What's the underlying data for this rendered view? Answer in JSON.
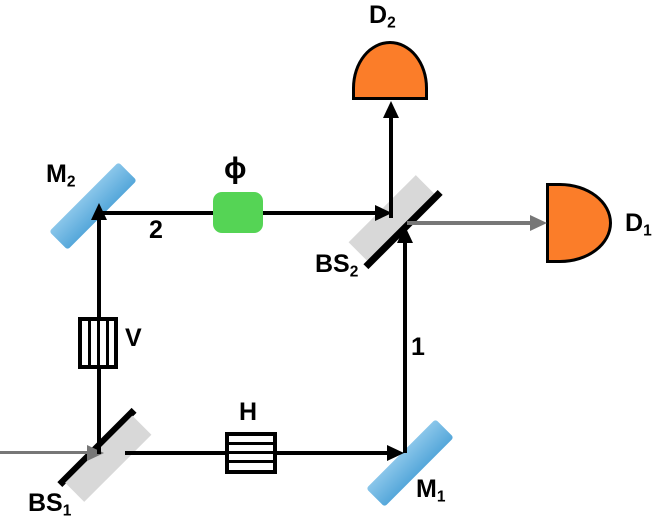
{
  "colors": {
    "detector": "#FB7D29",
    "mirror_top": "#8AC6EA",
    "mirror_bottom": "#55A7DA",
    "phase": "#55D455",
    "glass": "#D8D8D8",
    "coating": "#000000",
    "beam": "#000000",
    "input_beam": "#777777"
  },
  "components": {
    "bs1": {
      "label_base": "BS",
      "label_sub": "1"
    },
    "bs2": {
      "label_base": "BS",
      "label_sub": "2"
    },
    "m1": {
      "label_base": "M",
      "label_sub": "1"
    },
    "m2": {
      "label_base": "M",
      "label_sub": "2"
    },
    "d1": {
      "label_base": "D",
      "label_sub": "1"
    },
    "d2": {
      "label_base": "D",
      "label_sub": "2"
    },
    "phase_shifter": {
      "label": "ϕ"
    },
    "v_polarizer": {
      "label": "V"
    },
    "h_polarizer": {
      "label": "H"
    },
    "path1": {
      "label": "1"
    },
    "path2": {
      "label": "2"
    }
  }
}
